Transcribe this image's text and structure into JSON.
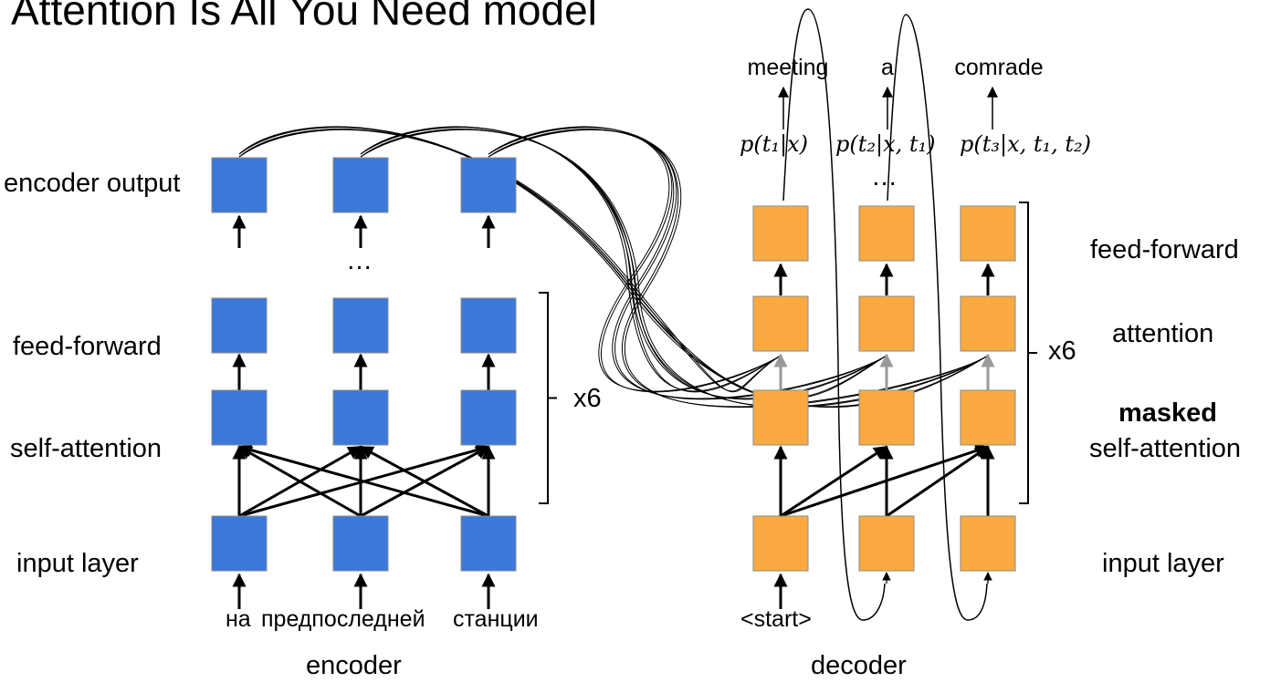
{
  "title": "Attention Is All You Need model",
  "encoder": {
    "caption": "encoder",
    "row_labels": {
      "output": "encoder output",
      "feed_forward": "feed-forward",
      "self_attention": "self-attention",
      "input": "input layer"
    },
    "ellipsis": "…",
    "repeat": "x6",
    "input_tokens": [
      "на",
      "предпоследней",
      "станции"
    ]
  },
  "decoder": {
    "caption": "decoder",
    "row_labels": {
      "feed_forward": "feed-forward",
      "attention": "attention",
      "masked": "masked",
      "self_attention": "self-attention",
      "input": "input layer"
    },
    "ellipsis": "…",
    "repeat": "x6",
    "start_token": "<start>",
    "output_words": [
      "meeting",
      "a",
      "comrade"
    ],
    "probabilities": [
      "p(t₁|x)",
      "p(t₂|x, t₁)",
      "p(t₃|x, t₁, t₂)"
    ]
  },
  "colors": {
    "encoder_block": "#3b78d8",
    "decoder_block": "#fbaa41",
    "block_border": "#8a8a8a",
    "arrow": "#000000",
    "gray_arrow": "#9a9a9a"
  }
}
